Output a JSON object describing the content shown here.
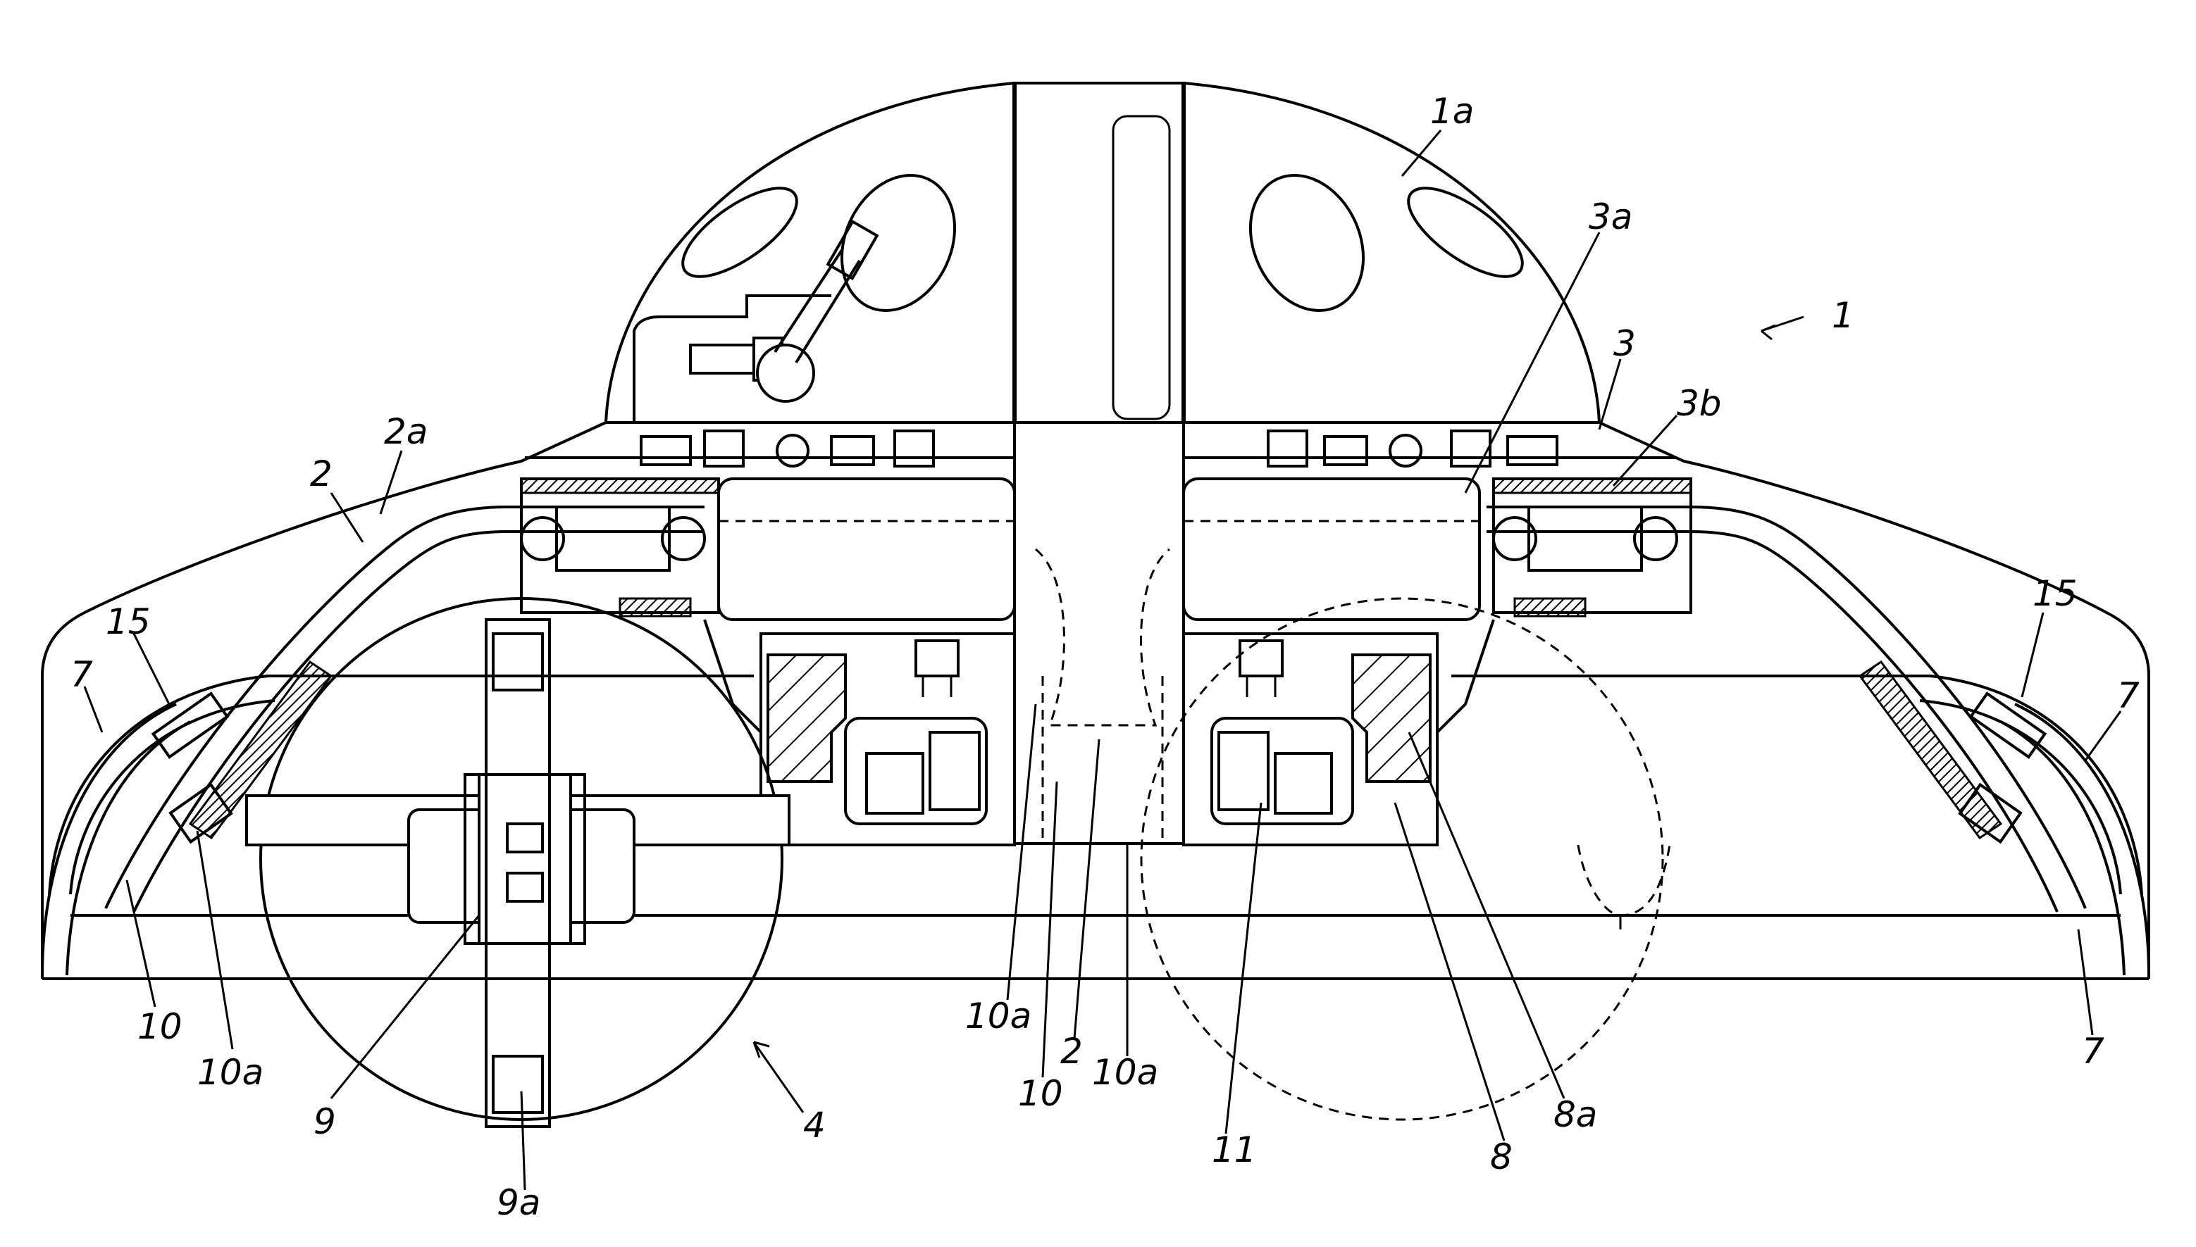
{
  "labels": {
    "l_1": "1",
    "l_1a": "1a",
    "l_2_left": "2",
    "l_2a": "2a",
    "l_3": "3",
    "l_3a": "3a",
    "l_3b": "3b",
    "l_4": "4",
    "l_7_left": "7",
    "l_7_right_top": "7",
    "l_7_right_bottom": "7",
    "l_8": "8",
    "l_8a": "8a",
    "l_9": "9",
    "l_9a": "9a",
    "l_10_left": "10",
    "l_10a_left": "10a",
    "l_10a_center_left": "10a",
    "l_10_center": "10",
    "l_2_center": "2",
    "l_10a_center_right": "10a",
    "l_11": "11",
    "l_15_left": "15",
    "l_15_right": "15"
  }
}
